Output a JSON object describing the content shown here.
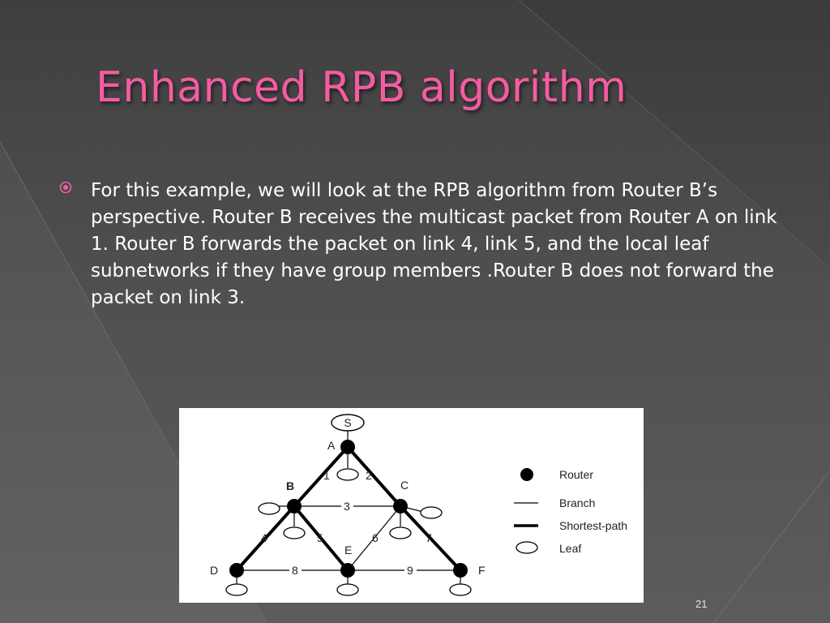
{
  "slide": {
    "title": "Enhanced RPB algorithm",
    "bullet_text": "For this example, we will look at the RPB algorithm from Router B’s perspective. Router B receives the multicast packet from Router A on link 1.  Router B forwards the packet on link 4, link 5, and the local leaf subnetworks if they have group members .Router B does not forward the packet on link 3.",
    "slide_number": "21",
    "colors": {
      "title": "#f45ca2",
      "text": "#ffffff",
      "bullet": "#f45ca2"
    }
  },
  "diagram": {
    "source_label": "S",
    "routers": [
      {
        "id": "A",
        "label": "A",
        "bold": false
      },
      {
        "id": "B",
        "label": "B",
        "bold": true
      },
      {
        "id": "C",
        "label": "C",
        "bold": false
      },
      {
        "id": "D",
        "label": "D",
        "bold": false
      },
      {
        "id": "E",
        "label": "E",
        "bold": false
      },
      {
        "id": "F",
        "label": "F",
        "bold": false
      }
    ],
    "links": [
      {
        "label": "1",
        "from": "A",
        "to": "B",
        "type": "shortest-path"
      },
      {
        "label": "2",
        "from": "A",
        "to": "C",
        "type": "shortest-path"
      },
      {
        "label": "3",
        "from": "B",
        "to": "C",
        "type": "branch"
      },
      {
        "label": "4",
        "from": "B",
        "to": "D",
        "type": "shortest-path"
      },
      {
        "label": "5",
        "from": "B",
        "to": "E",
        "type": "shortest-path"
      },
      {
        "label": "6",
        "from": "C",
        "to": "E",
        "type": "branch"
      },
      {
        "label": "7",
        "from": "C",
        "to": "F",
        "type": "shortest-path"
      },
      {
        "label": "8",
        "from": "D",
        "to": "E",
        "type": "branch"
      },
      {
        "label": "9",
        "from": "E",
        "to": "F",
        "type": "branch"
      }
    ],
    "legend": {
      "router": "Router",
      "branch": "Branch",
      "shortest_path": "Shortest-path",
      "leaf": "Leaf"
    }
  }
}
